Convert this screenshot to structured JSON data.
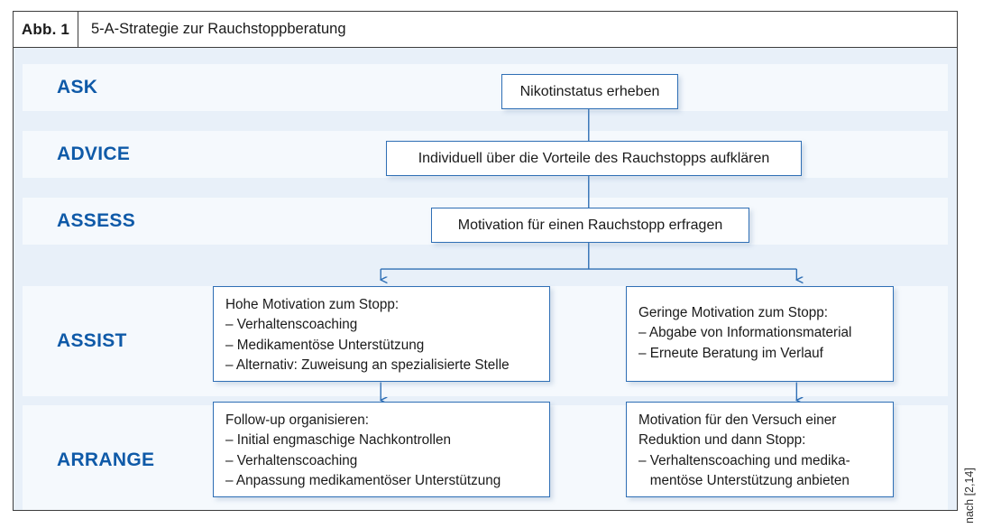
{
  "figure": {
    "number_label": "Abb. 1",
    "title": "5-A-Strategie zur Rauchstoppberatung",
    "source_credit": "nach [2,14]",
    "accent_color": "#0f5aa8",
    "box_border_color": "#2f6fb5",
    "stripe_light": "#f5f9fd",
    "stripe_dark": "#e8f0f9",
    "frame_color": "#3d3d3d"
  },
  "stages": [
    {
      "key": "ask",
      "label": "ASK"
    },
    {
      "key": "advice",
      "label": "ADVICE"
    },
    {
      "key": "assess",
      "label": "ASSESS"
    },
    {
      "key": "assist",
      "label": "ASSIST"
    },
    {
      "key": "arrange",
      "label": "ARRANGE"
    }
  ],
  "boxes": {
    "ask": {
      "text": "Nikotinstatus erheben"
    },
    "advice": {
      "text": "Individuell über die Vorteile des Rauchstopps aufklären"
    },
    "assess": {
      "text": "Motivation für einen Rauchstopp erfragen"
    },
    "assist_left": {
      "heading": "Hohe Motivation zum Stopp:",
      "items": [
        "– Verhaltenscoaching",
        "– Medikamentöse Unterstützung",
        "– Alternativ: Zuweisung an spezialisierte Stelle"
      ]
    },
    "assist_right": {
      "heading": "Geringe Motivation zum Stopp:",
      "items": [
        "– Abgabe von Informationsmaterial",
        "– Erneute Beratung im Verlauf"
      ]
    },
    "arrange_left": {
      "heading": "Follow-up organisieren:",
      "items": [
        "– Initial engmaschige Nachkontrollen",
        "– Verhaltenscoaching",
        "– Anpassung medikamentöser Unterstützung"
      ]
    },
    "arrange_right": {
      "heading": "Motivation für den Versuch einer",
      "items": [
        "Reduktion und dann Stopp:",
        "– Verhaltenscoaching und medika-",
        "   mentöse Unterstützung anbieten"
      ]
    }
  }
}
